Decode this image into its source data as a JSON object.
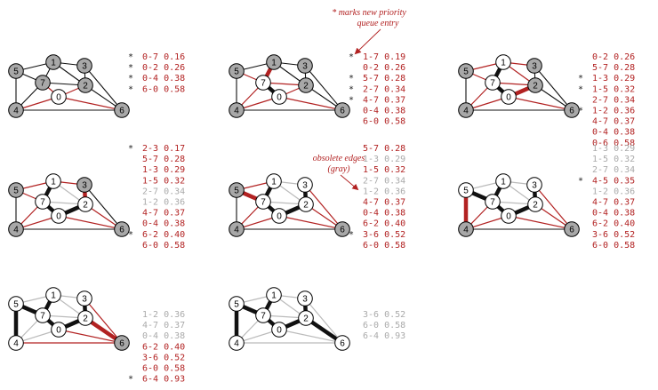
{
  "colors": {
    "tree": "#111111",
    "crossing": "#b22222",
    "new_tree": "#b22222",
    "plain": "#111111",
    "obsolete": "#bbbbbb",
    "vertex_in": "#ffffff",
    "vertex_out": "#a8a8a8",
    "pq_text": "#b22222",
    "pq_obsolete": "#aaaaaa"
  },
  "annotations": {
    "star_note_line1": "* marks new priority",
    "star_note_line2": "queue entry",
    "obsolete_line1": "obsolete edges",
    "obsolete_line2": "(gray)"
  },
  "graph": {
    "vertices": [
      "0",
      "1",
      "2",
      "3",
      "4",
      "5",
      "6",
      "7"
    ],
    "edges": [
      [
        "0",
        "7"
      ],
      [
        "1",
        "7"
      ],
      [
        "0",
        "2"
      ],
      [
        "2",
        "3"
      ],
      [
        "1",
        "2"
      ],
      [
        "2",
        "7"
      ],
      [
        "0",
        "4"
      ],
      [
        "4",
        "5"
      ],
      [
        "1",
        "5"
      ],
      [
        "5",
        "7"
      ],
      [
        "1",
        "3"
      ],
      [
        "2",
        "6"
      ],
      [
        "3",
        "6"
      ],
      [
        "0",
        "6"
      ],
      [
        "4",
        "6"
      ],
      [
        "4",
        "7"
      ]
    ]
  },
  "panels": [
    {
      "in_tree": [
        "0"
      ],
      "tree_edges": [],
      "new_edge": null,
      "pq": [
        {
          "star": true,
          "text": "0-7 0.16",
          "obsolete": false
        },
        {
          "star": true,
          "text": "0-2 0.26",
          "obsolete": false
        },
        {
          "star": true,
          "text": "0-4 0.38",
          "obsolete": false
        },
        {
          "star": true,
          "text": "6-0 0.58",
          "obsolete": false
        }
      ]
    },
    {
      "in_tree": [
        "0",
        "7"
      ],
      "tree_edges": [
        [
          "0",
          "7"
        ]
      ],
      "new_edge": [
        "1",
        "7"
      ],
      "pq": [
        {
          "star": true,
          "text": "1-7 0.19",
          "obsolete": false
        },
        {
          "star": false,
          "text": "0-2 0.26",
          "obsolete": false
        },
        {
          "star": true,
          "text": "5-7 0.28",
          "obsolete": false
        },
        {
          "star": true,
          "text": "2-7 0.34",
          "obsolete": false
        },
        {
          "star": true,
          "text": "4-7 0.37",
          "obsolete": false
        },
        {
          "star": false,
          "text": "0-4 0.38",
          "obsolete": false
        },
        {
          "star": false,
          "text": "6-0 0.58",
          "obsolete": false
        }
      ]
    },
    {
      "in_tree": [
        "0",
        "7",
        "1"
      ],
      "tree_edges": [
        [
          "0",
          "7"
        ],
        [
          "1",
          "7"
        ]
      ],
      "new_edge": [
        "0",
        "2"
      ],
      "pq": [
        {
          "star": false,
          "text": "0-2 0.26",
          "obsolete": false
        },
        {
          "star": false,
          "text": "5-7 0.28",
          "obsolete": false
        },
        {
          "star": true,
          "text": "1-3 0.29",
          "obsolete": false
        },
        {
          "star": true,
          "text": "1-5 0.32",
          "obsolete": false
        },
        {
          "star": false,
          "text": "2-7 0.34",
          "obsolete": false
        },
        {
          "star": true,
          "text": "1-2 0.36",
          "obsolete": false
        },
        {
          "star": false,
          "text": "4-7 0.37",
          "obsolete": false
        },
        {
          "star": false,
          "text": "0-4 0.38",
          "obsolete": false
        },
        {
          "star": false,
          "text": "0-6 0.58",
          "obsolete": false
        }
      ]
    },
    {
      "in_tree": [
        "0",
        "7",
        "1",
        "2"
      ],
      "tree_edges": [
        [
          "0",
          "7"
        ],
        [
          "1",
          "7"
        ],
        [
          "0",
          "2"
        ]
      ],
      "new_edge": [
        "2",
        "3"
      ],
      "pq": [
        {
          "star": true,
          "text": "2-3 0.17",
          "obsolete": false
        },
        {
          "star": false,
          "text": "5-7 0.28",
          "obsolete": false
        },
        {
          "star": false,
          "text": "1-3 0.29",
          "obsolete": false
        },
        {
          "star": false,
          "text": "1-5 0.32",
          "obsolete": false
        },
        {
          "star": false,
          "text": "2-7 0.34",
          "obsolete": true
        },
        {
          "star": false,
          "text": "1-2 0.36",
          "obsolete": true
        },
        {
          "star": false,
          "text": "4-7 0.37",
          "obsolete": false
        },
        {
          "star": false,
          "text": "0-4 0.38",
          "obsolete": false
        },
        {
          "star": true,
          "text": "6-2 0.40",
          "obsolete": false
        },
        {
          "star": false,
          "text": "6-0 0.58",
          "obsolete": false
        }
      ]
    },
    {
      "in_tree": [
        "0",
        "7",
        "1",
        "2",
        "3"
      ],
      "tree_edges": [
        [
          "0",
          "7"
        ],
        [
          "1",
          "7"
        ],
        [
          "0",
          "2"
        ],
        [
          "2",
          "3"
        ]
      ],
      "new_edge": [
        "5",
        "7"
      ],
      "pq": [
        {
          "star": false,
          "text": "5-7 0.28",
          "obsolete": false
        },
        {
          "star": false,
          "text": "1-3 0.29",
          "obsolete": true
        },
        {
          "star": false,
          "text": "1-5 0.32",
          "obsolete": false
        },
        {
          "star": false,
          "text": "2-7 0.34",
          "obsolete": true
        },
        {
          "star": false,
          "text": "1-2 0.36",
          "obsolete": true
        },
        {
          "star": false,
          "text": "4-7 0.37",
          "obsolete": false
        },
        {
          "star": false,
          "text": "0-4 0.38",
          "obsolete": false
        },
        {
          "star": false,
          "text": "6-2 0.40",
          "obsolete": false
        },
        {
          "star": true,
          "text": "3-6 0.52",
          "obsolete": false
        },
        {
          "star": false,
          "text": "6-0 0.58",
          "obsolete": false
        }
      ]
    },
    {
      "in_tree": [
        "0",
        "7",
        "1",
        "2",
        "3",
        "5"
      ],
      "tree_edges": [
        [
          "0",
          "7"
        ],
        [
          "1",
          "7"
        ],
        [
          "0",
          "2"
        ],
        [
          "2",
          "3"
        ],
        [
          "5",
          "7"
        ]
      ],
      "new_edge": [
        "4",
        "5"
      ],
      "pq": [
        {
          "star": false,
          "text": "1-3 0.29",
          "obsolete": true
        },
        {
          "star": false,
          "text": "1-5 0.32",
          "obsolete": true
        },
        {
          "star": false,
          "text": "2-7 0.34",
          "obsolete": true
        },
        {
          "star": true,
          "text": "4-5 0.35",
          "obsolete": false
        },
        {
          "star": false,
          "text": "1-2 0.36",
          "obsolete": true
        },
        {
          "star": false,
          "text": "4-7 0.37",
          "obsolete": false
        },
        {
          "star": false,
          "text": "0-4 0.38",
          "obsolete": false
        },
        {
          "star": false,
          "text": "6-2 0.40",
          "obsolete": false
        },
        {
          "star": false,
          "text": "3-6 0.52",
          "obsolete": false
        },
        {
          "star": false,
          "text": "6-0 0.58",
          "obsolete": false
        }
      ]
    },
    {
      "in_tree": [
        "0",
        "7",
        "1",
        "2",
        "3",
        "5",
        "4"
      ],
      "tree_edges": [
        [
          "0",
          "7"
        ],
        [
          "1",
          "7"
        ],
        [
          "0",
          "2"
        ],
        [
          "2",
          "3"
        ],
        [
          "5",
          "7"
        ],
        [
          "4",
          "5"
        ]
      ],
      "new_edge": [
        "2",
        "6"
      ],
      "pq": [
        {
          "star": false,
          "text": "1-2 0.36",
          "obsolete": true
        },
        {
          "star": false,
          "text": "4-7 0.37",
          "obsolete": true
        },
        {
          "star": false,
          "text": "0-4 0.38",
          "obsolete": true
        },
        {
          "star": false,
          "text": "6-2 0.40",
          "obsolete": false
        },
        {
          "star": false,
          "text": "3-6 0.52",
          "obsolete": false
        },
        {
          "star": false,
          "text": "6-0 0.58",
          "obsolete": false
        },
        {
          "star": true,
          "text": "6-4 0.93",
          "obsolete": false
        }
      ]
    },
    {
      "in_tree": [
        "0",
        "7",
        "1",
        "2",
        "3",
        "5",
        "4",
        "6"
      ],
      "tree_edges": [
        [
          "0",
          "7"
        ],
        [
          "1",
          "7"
        ],
        [
          "0",
          "2"
        ],
        [
          "2",
          "3"
        ],
        [
          "5",
          "7"
        ],
        [
          "4",
          "5"
        ],
        [
          "2",
          "6"
        ]
      ],
      "new_edge": null,
      "pq": [
        {
          "star": false,
          "text": "3-6 0.52",
          "obsolete": true
        },
        {
          "star": false,
          "text": "6-0 0.58",
          "obsolete": true
        },
        {
          "star": false,
          "text": "6-4 0.93",
          "obsolete": true
        }
      ]
    }
  ]
}
